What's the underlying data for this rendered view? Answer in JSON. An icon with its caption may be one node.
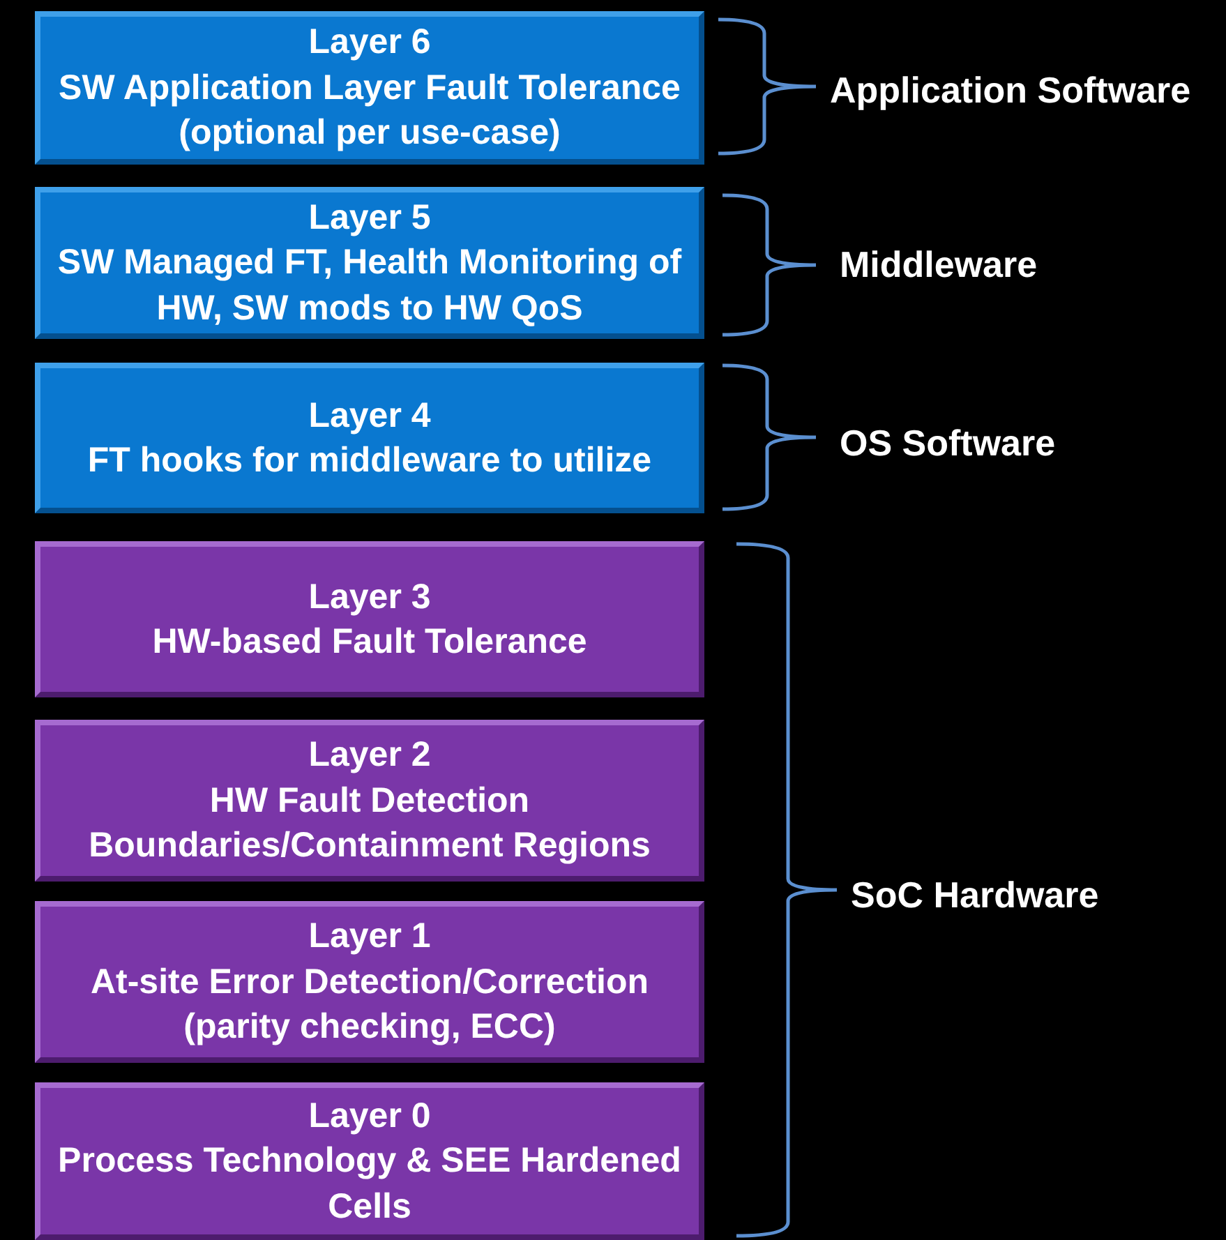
{
  "diagram": {
    "nodes": [
      {
        "text": [
          "Layer 6",
          "SW Application Layer Fault Tolerance (optional per use-case)"
        ]
      },
      {
        "text": [
          "Layer 5",
          "SW Managed FT, Health Monitoring of HW, SW mods to HW QoS"
        ]
      },
      {
        "text": [
          "Layer 4",
          "FT hooks for middleware to utilize"
        ]
      },
      {
        "text": [
          "Layer 3",
          "HW-based Fault Tolerance"
        ]
      },
      {
        "text": [
          "Layer 2",
          "HW Fault Detection Boundaries/Containment Regions"
        ]
      },
      {
        "text": [
          "Layer 1",
          "At-site Error Detection/Correction (parity checking, ECC)"
        ]
      },
      {
        "text": [
          "Layer 0",
          "Process Technology & SEE Hardened Cells"
        ]
      }
    ],
    "edges": [],
    "labels": [
      "Application Software",
      "Middleware",
      "OS Software",
      "SoC Hardware"
    ]
  }
}
